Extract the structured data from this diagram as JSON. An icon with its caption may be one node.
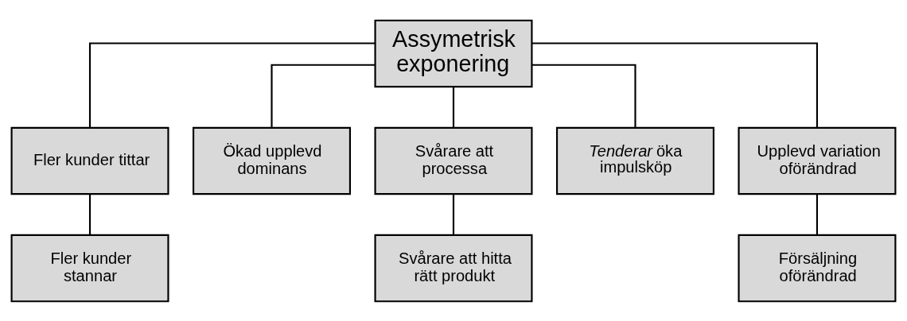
{
  "diagram": {
    "nodes": [
      {
        "text": [
          "Assymetrisk exponering"
        ]
      },
      {
        "text": [
          "Fler kunder tittar"
        ]
      },
      {
        "text": [
          "Ökad upplevd dominans"
        ]
      },
      {
        "text": [
          "Svårare att processa"
        ]
      },
      {
        "text": [
          "*Tenderar* öka impulsköp"
        ]
      },
      {
        "text": [
          "Upplevd variation oförändrad"
        ]
      },
      {
        "text": [
          "Fler kunder stannar"
        ]
      },
      {
        "text": [
          "Svårare att hitta rätt produkt"
        ]
      },
      {
        "text": [
          "Försäljning oförändrad"
        ]
      }
    ],
    "edges": [
      {
        "from": 0,
        "to": 1,
        "arrow": "none"
      },
      {
        "from": 0,
        "to": 2,
        "arrow": "none"
      },
      {
        "from": 0,
        "to": 3,
        "arrow": "none"
      },
      {
        "from": 0,
        "to": 4,
        "arrow": "none"
      },
      {
        "from": 0,
        "to": 5,
        "arrow": "none"
      },
      {
        "from": 1,
        "to": 6,
        "arrow": "none"
      },
      {
        "from": 3,
        "to": 7,
        "arrow": "none"
      },
      {
        "from": 5,
        "to": 8,
        "arrow": "none"
      }
    ]
  }
}
